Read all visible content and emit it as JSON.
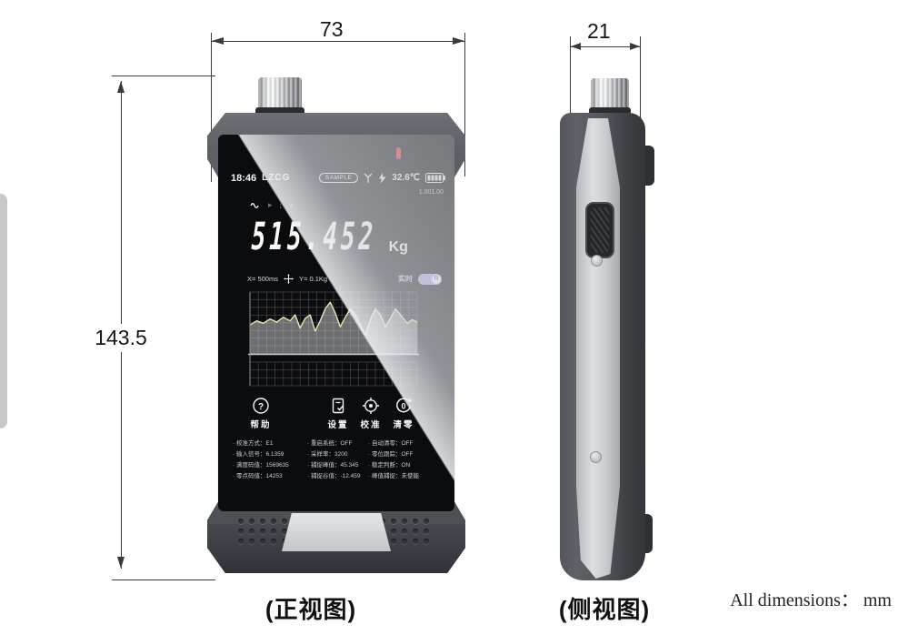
{
  "meta": {
    "front_caption": "(正视图)",
    "side_caption": "(侧视图)",
    "units_note": "All dimensions： mm"
  },
  "dims": {
    "front_width": "73",
    "side_width": "21",
    "height": "143.5"
  },
  "screen": {
    "status": {
      "time": "18:46",
      "brand": "LZCG",
      "badge": "SAMPLE",
      "temp": "32.6℃"
    },
    "version": "1.001.00",
    "reading_value": "515.452",
    "reading_unit": "Kg",
    "chart_bar": {
      "x_label": "X= 500ms",
      "y_label": "Y= 0.1Kg",
      "mode": "实时",
      "toggle": "R"
    },
    "nav": [
      "帮助",
      "设置",
      "校准",
      "清零"
    ],
    "params_cols": [
      [
        {
          "label": "校准方式",
          "value": "E1"
        },
        {
          "label": "输入信号",
          "value": "6.1359"
        },
        {
          "label": "满度码值",
          "value": "1569635"
        },
        {
          "label": "零点码值",
          "value": "14253"
        }
      ],
      [
        {
          "label": "重启系统",
          "value": "OFF"
        },
        {
          "label": "采样率",
          "value": "3200"
        },
        {
          "label": "捕捉峰值",
          "value": "45.345"
        },
        {
          "label": "捕捉谷值",
          "value": "-12.459"
        }
      ],
      [
        {
          "label": "自动清零",
          "value": "OFF"
        },
        {
          "label": "零位跟踪",
          "value": "OFF"
        },
        {
          "label": "稳定判断",
          "value": "ON"
        },
        {
          "label": "峰值捕捉",
          "value": "未使能"
        }
      ]
    ]
  },
  "chart_data": {
    "type": "line",
    "title": "",
    "xlabel": "X= 500ms",
    "ylabel": "Y= 0.1Kg",
    "x_per_div": "500ms",
    "y_per_div": "0.1Kg",
    "grid": {
      "cols": 20,
      "rows_upper": 8,
      "rows_lower": 3
    },
    "baseline_pct": 100,
    "points_pct": [
      [
        0,
        55
      ],
      [
        4,
        48
      ],
      [
        8,
        52
      ],
      [
        12,
        45
      ],
      [
        16,
        50
      ],
      [
        20,
        42
      ],
      [
        24,
        48
      ],
      [
        27,
        38
      ],
      [
        30,
        60
      ],
      [
        33,
        44
      ],
      [
        36,
        38
      ],
      [
        39,
        65
      ],
      [
        42,
        48
      ],
      [
        45,
        28
      ],
      [
        48,
        17
      ],
      [
        51,
        35
      ],
      [
        54,
        58
      ],
      [
        57,
        42
      ],
      [
        60,
        28
      ],
      [
        63,
        38
      ],
      [
        66,
        55
      ],
      [
        69,
        72
      ],
      [
        72,
        46
      ],
      [
        75,
        28
      ],
      [
        78,
        38
      ],
      [
        81,
        58
      ],
      [
        84,
        44
      ],
      [
        87,
        28
      ],
      [
        90,
        38
      ],
      [
        94,
        52
      ],
      [
        97,
        46
      ],
      [
        100,
        50
      ]
    ]
  },
  "icons": {
    "status_bar": [
      "antenna-icon",
      "charging-bolt-icon",
      "battery-icon"
    ],
    "indicator_row": [
      "wave-icon",
      "hold-indicator-icon",
      "down-arrow-icon",
      "plus-icon"
    ],
    "nav": [
      "help-icon",
      "settings-icon",
      "calibrate-icon",
      "zero-reset-icon"
    ],
    "led": "power-led-red"
  },
  "colors": {
    "accent_purple": "#b2a0e6",
    "led_red": "#d8362b",
    "waveform_yellow": "#e9e5ae",
    "device_gray": "#55595e",
    "silver": "#c9cccf",
    "screen_bg": "#0b0c0e",
    "dimension_line": "#3a3a3a"
  }
}
